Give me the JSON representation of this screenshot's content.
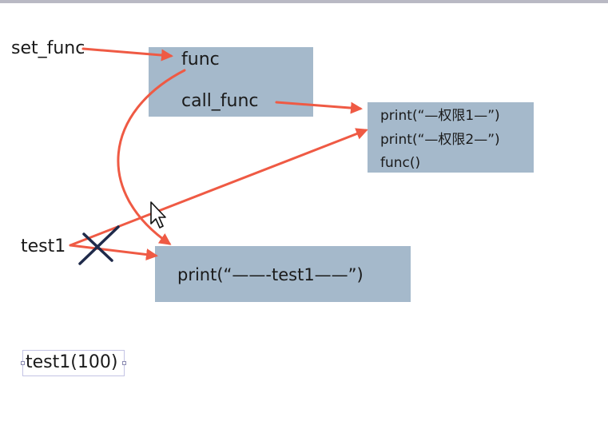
{
  "labels": {
    "set_func": "set_func",
    "test1": "test1",
    "test1_call": "test1(100)"
  },
  "func_box": {
    "func": "func",
    "call_func": "call_func"
  },
  "privilege_box": {
    "line1": "print(“—权限1—”)",
    "line2": "print(“—权限2—”)",
    "line3": "func()"
  },
  "test1_box": {
    "line1": "print(“——-test1——”)"
  },
  "colors": {
    "box_fill": "#a5b9cb",
    "arrow": "#ef5a44",
    "cross": "#1f2a4a"
  },
  "icons": {
    "cross": "cross-mark-icon",
    "cursor": "mouse-cursor-icon"
  }
}
